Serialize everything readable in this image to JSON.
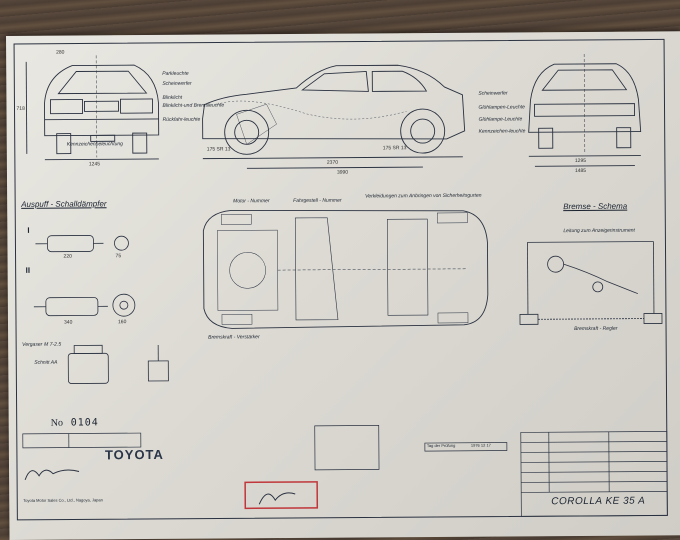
{
  "drawing": {
    "front_dims": {
      "top": "280",
      "side": "718",
      "bottom": "1245"
    },
    "side_dims": {
      "wheelbase": "2370",
      "overall": "3990"
    },
    "rear_dims": {
      "track": "1295",
      "width": "1485"
    },
    "front_notes": [
      "Parkleuchte",
      "Scheinwerfer",
      "Blinklicht",
      "Blinklicht-und Bremsleuchte",
      "Rückfahr-leuchte",
      "Kennzeichenbeleuchtung"
    ],
    "rear_notes": [
      "Scheinwerfer",
      "Glühlampen-Leuchte",
      "Glühlampe-Leuchte",
      "Kennzeichen-leuchte"
    ],
    "tire_label_front": "175 SR 13",
    "tire_label_rear": "175 SR 13",
    "exhaust_title": "Auspuff - Schalldämpfer",
    "exhaust_section_I": "I",
    "exhaust_section_II": "II",
    "exhaust_dim_I_a": "220",
    "exhaust_dim_I_b": "75",
    "exhaust_dim_II_a": "340",
    "exhaust_dim_II_b": "160",
    "top_labels": [
      "Motor - Nummer",
      "Fahrgestell - Nummer",
      "Verkleidungen zum Anbringen von Sicherheitsgurten"
    ],
    "booster_label": "Bremskraft - Verstärker",
    "carb_title": "Vergaser",
    "carb_model": "M 7-2.5",
    "carb_note": "Schnitt AA",
    "brake_title": "Bremse - Schema",
    "brake_label_line": "Leitung zum Anzeigerinstrument",
    "brake_label_reg": "Bremskraft - Regler",
    "serial_label": "No",
    "serial_number": "0104",
    "brand": "TOYOTA",
    "small_print_company": "Toyota Motor Sales Co., Ltd., Nagoya, Japan",
    "date_label": "Tag der Prüfung",
    "date_value": "1976 12 17",
    "model_code": "COROLLA KE 35 A"
  }
}
